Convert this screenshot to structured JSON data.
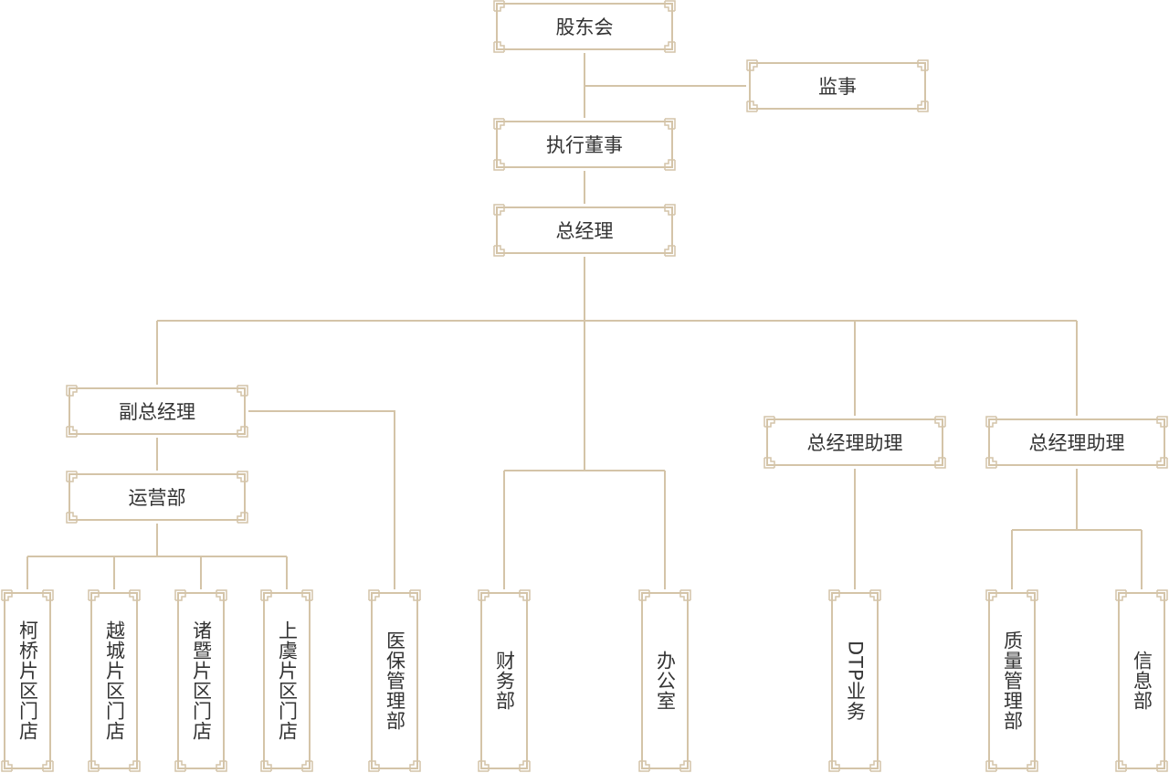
{
  "colors": {
    "line": "#d4c4a8",
    "text": "#333333"
  },
  "nodes": {
    "shareholders": "股东会",
    "supervisor": "监事",
    "executive_director": "执行董事",
    "general_manager": "总经理",
    "deputy_gm": "副总经理",
    "operations": "运营部",
    "gm_assistant_1": "总经理助理",
    "gm_assistant_2": "总经理助理",
    "keqiao_stores": "柯桥片区门店",
    "yuecheng_stores": "越城片区门店",
    "zhuji_stores": "诸暨片区门店",
    "shangyu_stores": "上虞片区门店",
    "medical_insurance": "医保管理部",
    "finance": "财务部",
    "office": "办公室",
    "dtp": "DTP业务",
    "quality": "质量管理部",
    "it": "信息部"
  }
}
